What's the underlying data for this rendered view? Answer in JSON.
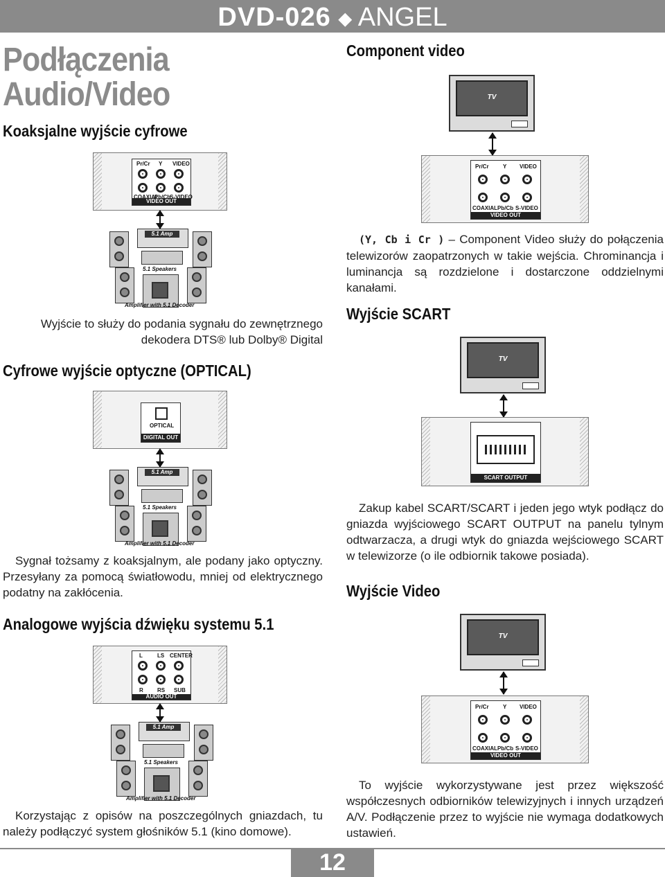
{
  "header": {
    "model": "DVD-026",
    "separator": "◆",
    "brand": "ANGEL"
  },
  "page_title": {
    "line1": "Podłączenia",
    "line2": "Audio/Video"
  },
  "coaxial": {
    "heading": "Koaksjalne wyjście cyfrowe",
    "jack_labels": [
      "Pr/Cr",
      "Y",
      "VIDEO",
      "COAXIAL",
      "Pb/Cb",
      "S-VIDEO"
    ],
    "bar_label": "VIDEO OUT",
    "amp_label": "5.1 Amp",
    "speakers_label": "5.1 Speakers",
    "caption": "Amplifier with 5.1 Decoder",
    "text": "Wyjście to służy do podania sygnału do zewnętrznego dekodera DTS® lub Dolby® Digital"
  },
  "optical": {
    "heading": "Cyfrowe wyjście optyczne (OPTICAL)",
    "jack_label": "OPTICAL",
    "bar_label": "DIGITAL OUT",
    "amp_label": "5.1 Amp",
    "speakers_label": "5.1 Speakers",
    "caption": "Amplifier with 5.1 Decoder",
    "text": "Sygnał tożsamy z koaksjalnym, ale podany jako optyczny. Przesyłany za pomocą światłowodu, mniej od elektrycznego podatny na zakłócenia."
  },
  "analog": {
    "heading": "Analogowe wyjścia dźwięku systemu 5.1",
    "jack_labels": [
      "L",
      "LS",
      "CENTER",
      "R",
      "RS",
      "SUB"
    ],
    "bar_label": "AUDIO OUT",
    "amp_label": "5.1 Amp",
    "speakers_label": "5.1 Speakers",
    "caption": "Amplifier with 5.1 Decoder",
    "text": "Korzystając z opisów na poszczególnych gniazdach, tu należy podłączyć system głośników 5.1 (kino domowe)."
  },
  "component": {
    "heading": "Component video",
    "tv_label": "TV",
    "jack_labels": [
      "Pr/Cr",
      "Y",
      "VIDEO",
      "COAXIAL",
      "Pb/Cb",
      "S-VIDEO"
    ],
    "bar_label": "VIDEO OUT",
    "text_code": "(Y, Cb i Cr )",
    "text": " – Component Video służy do połączenia telewizorów zaopatrzonych w takie wejścia. Chrominancja i luminancja są rozdzielone i dostarczone oddzielnymi kanałami."
  },
  "scart": {
    "heading": "Wyjście SCART",
    "tv_label": "TV",
    "bar_label": "SCART OUTPUT",
    "text": "Zakup kabel SCART/SCART i jeden jego wtyk podłącz do gniazda wyjściowego SCART OUTPUT na panelu tylnym odtwarzacza, a drugi wtyk do gniazda wejściowego SCART w telewizorze (o ile odbiornik takowe posiada)."
  },
  "video": {
    "heading": "Wyjście Video",
    "tv_label": "TV",
    "jack_labels": [
      "Pr/Cr",
      "Y",
      "VIDEO",
      "COAXIAL",
      "Pb/Cb",
      "S-VIDEO"
    ],
    "bar_label": "VIDEO OUT",
    "text": "To wyjście wykorzystywane jest przez większość współczesnych odbiorników telewizyjnych i innych urządzeń A/V. Podłączenie przez to wyjście nie wymaga dodatkowych ustawień."
  },
  "page_number": "12"
}
